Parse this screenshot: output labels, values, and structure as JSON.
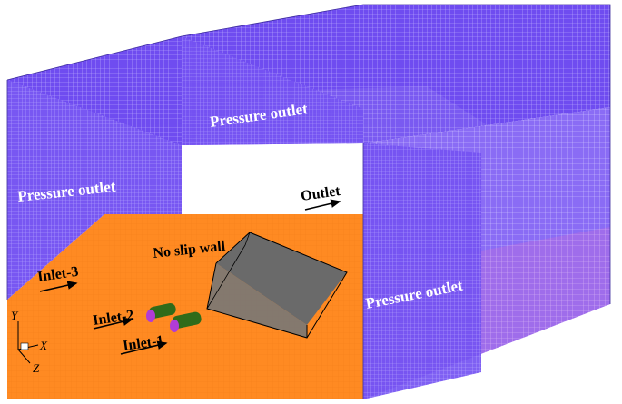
{
  "labels": {
    "pressure_outlet_top": "Pressure outlet",
    "pressure_outlet_left": "Pressure outlet",
    "pressure_outlet_right": "Pressure outlet",
    "outlet": "Outlet",
    "no_slip_wall": "No slip wall",
    "inlet_1": "Inlet-1",
    "inlet_2": "Inlet-2",
    "inlet_3": "Inlet-3"
  },
  "axes": {
    "y": "Y",
    "x": "X",
    "z": "Z"
  },
  "colors": {
    "mesh_face": "#7452f2",
    "mesh_line": "#c9bcff",
    "mesh_face_dark": "#5a3ce6",
    "floor": "#ff8a22",
    "floor_dark": "#f57a10",
    "obstacle": "#6b6b6b",
    "inlet_pipe": "#2f6b1a",
    "inlet_cap": "#b13cd6",
    "arrow": "#000000",
    "label_white": "#ffffff"
  }
}
